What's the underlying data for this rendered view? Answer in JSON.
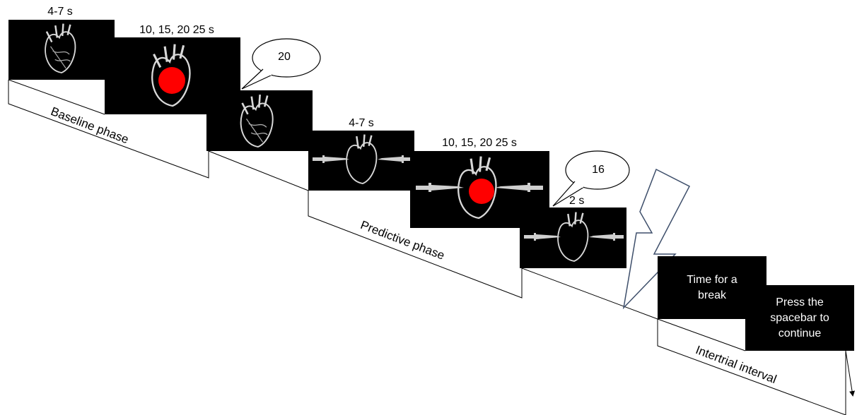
{
  "timing": {
    "baseline_fix": "4-7 s",
    "baseline_stim": "10, 15, 20 25 s",
    "pred_fix": "4-7 s",
    "pred_stim": "10, 15, 20 25 s",
    "pred_rating": "2 s"
  },
  "bubbles": {
    "baseline_rating": "20",
    "predictive_rating": "16"
  },
  "phases": {
    "baseline": "Baseline phase",
    "predictive": "Predictive phase",
    "intertrial": "Intertrial interval"
  },
  "screens": {
    "break_text": "Time for a break",
    "continue_text": "Press the spacebar to continue"
  },
  "colors": {
    "screen_bg": "#000000",
    "dot": "#ff0000",
    "heart": "#d8d8d8",
    "bolt_stroke": "#3e4f6b"
  },
  "icons": [
    "heart-icon",
    "knife-icon",
    "red-dot-icon",
    "lightning-bolt-icon"
  ]
}
